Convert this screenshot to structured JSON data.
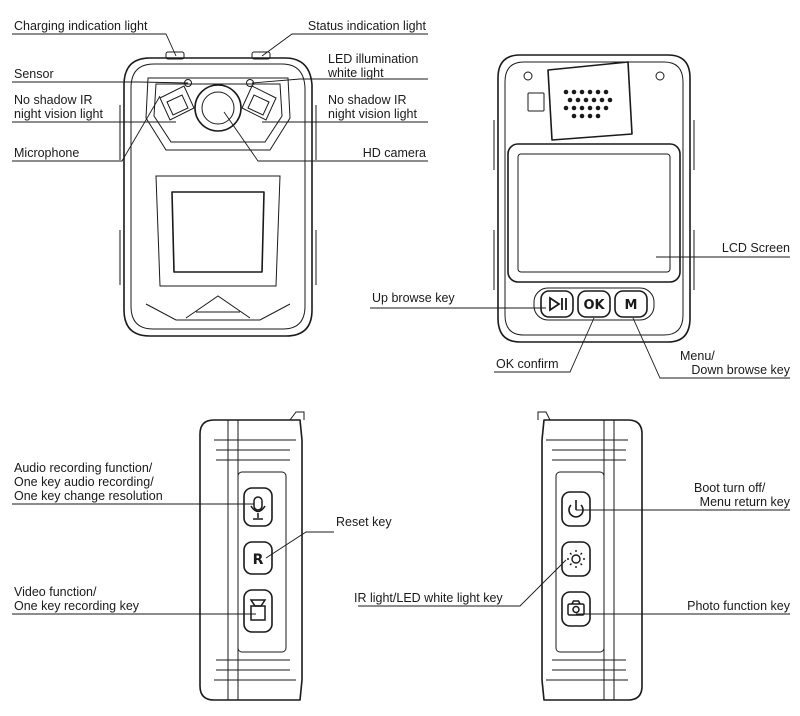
{
  "labels": {
    "charging_light": "Charging indication light",
    "status_light": "Status indication light",
    "sensor": "Sensor",
    "led_white_1": "LED illumination",
    "led_white_2": "white light",
    "ir_left_1": "No shadow IR",
    "ir_left_2": "night vision light",
    "ir_right_1": "No shadow IR",
    "ir_right_2": "night vision light",
    "microphone": "Microphone",
    "hd_camera": "HD camera",
    "lcd_screen": "LCD Screen",
    "up_browse": "Up browse key",
    "ok_confirm": "OK confirm",
    "menu_1": "Menu/",
    "menu_2": "Down browse key",
    "audio_1": "Audio recording function/",
    "audio_2": "One key audio recording/",
    "audio_3": "One key change resolution",
    "reset": "Reset key",
    "video_1": "Video function/",
    "video_2": "One key recording key",
    "boot_1": "Boot turn off/",
    "boot_2": "Menu return key",
    "ir_led_key": "IR light/LED white light key",
    "photo": "Photo function key"
  },
  "keys": {
    "ok": "OK",
    "menu": "M",
    "reset": "R"
  },
  "icons": [
    "play-pause-icon",
    "microphone-icon",
    "reset-icon",
    "video-icon",
    "power-icon",
    "sun-icon",
    "camera-icon"
  ]
}
